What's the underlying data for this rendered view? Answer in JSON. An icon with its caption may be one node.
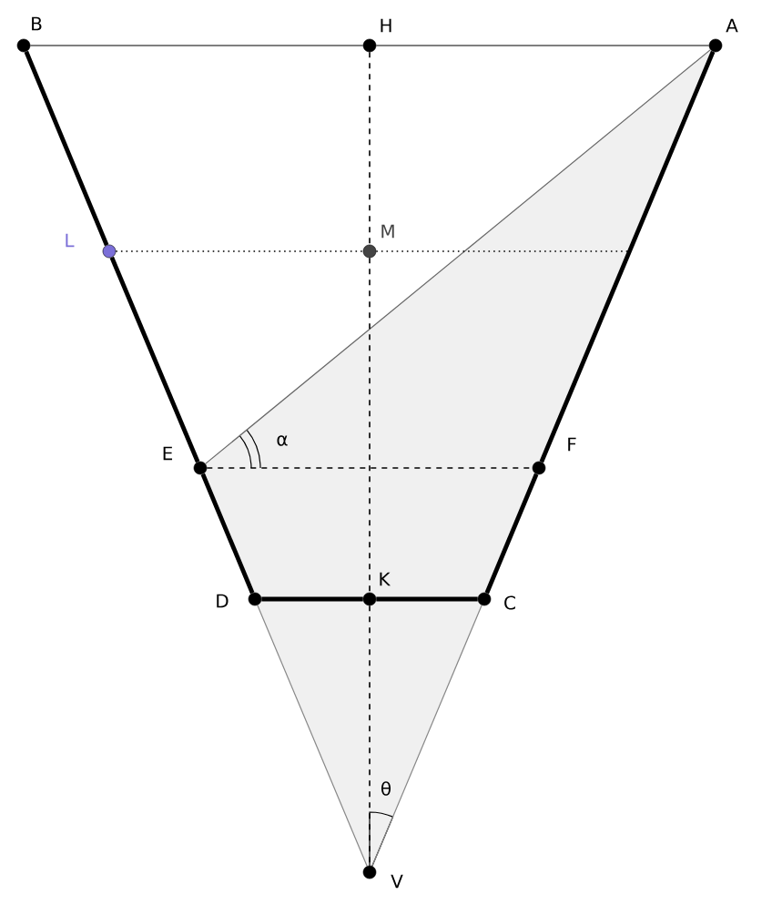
{
  "diagram": {
    "nodes": [
      {
        "text": [],
        "shape": "circle",
        "beside": [
          "B"
        ]
      },
      {
        "text": [],
        "shape": "circle",
        "beside": [
          "H"
        ]
      },
      {
        "text": [],
        "shape": "circle",
        "beside": [
          "A"
        ]
      },
      {
        "text": [],
        "shape": "circle",
        "beside": [
          "L"
        ]
      },
      {
        "text": [],
        "shape": "circle",
        "beside": [
          "M"
        ]
      },
      {
        "text": [],
        "shape": "circle",
        "beside": [
          "E"
        ]
      },
      {
        "text": [],
        "shape": "circle",
        "beside": [
          "F"
        ]
      },
      {
        "text": [],
        "shape": "circle",
        "beside": [
          "D"
        ]
      },
      {
        "text": [],
        "shape": "circle",
        "beside": [
          "K"
        ]
      },
      {
        "text": [],
        "shape": "circle",
        "beside": [
          "C"
        ]
      },
      {
        "text": [],
        "shape": "circle",
        "beside": [
          "V"
        ]
      }
    ],
    "edges": [
      {
        "from": 0,
        "to": 1,
        "arrow": "none"
      },
      {
        "from": 1,
        "to": 2,
        "arrow": "none"
      },
      {
        "from": 0,
        "to": 3,
        "arrow": "none",
        "style": "thick"
      },
      {
        "from": 3,
        "to": 5,
        "arrow": "none",
        "style": "thick"
      },
      {
        "from": 5,
        "to": 7,
        "arrow": "none",
        "style": "thick"
      },
      {
        "from": 7,
        "to": 8,
        "arrow": "none",
        "style": "thick"
      },
      {
        "from": 8,
        "to": 9,
        "arrow": "none",
        "style": "thick"
      },
      {
        "from": 9,
        "to": 6,
        "arrow": "none",
        "style": "thick"
      },
      {
        "from": 6,
        "to": 2,
        "arrow": "none",
        "style": "thick"
      },
      {
        "from": 5,
        "to": 2,
        "arrow": "none",
        "color": "#666666"
      },
      {
        "from": 7,
        "to": 10,
        "arrow": "none",
        "color": "#888888"
      },
      {
        "from": 9,
        "to": 10,
        "arrow": "none",
        "color": "#888888"
      },
      {
        "from": 1,
        "to": 4,
        "arrow": "none",
        "style": "dashed"
      },
      {
        "from": 4,
        "to": 8,
        "arrow": "none",
        "style": "dashed"
      },
      {
        "from": 8,
        "to": 10,
        "arrow": "none",
        "style": "dashed"
      },
      {
        "from": 5,
        "to": 6,
        "arrow": "none",
        "style": "dashed"
      },
      {
        "from": 3,
        "to": 4,
        "arrow": "none",
        "style": "dashed"
      },
      {
        "from": 4,
        "to": null,
        "arrow": "none",
        "style": "dashed"
      }
    ],
    "labels": [
      "α",
      "θ"
    ]
  }
}
